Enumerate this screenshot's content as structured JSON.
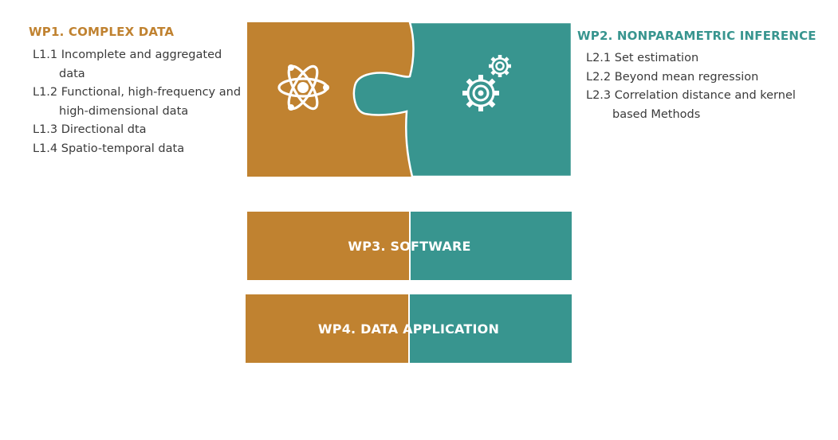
{
  "colors": {
    "gold": "#c08230",
    "teal": "#38958f",
    "text": "#3a3a3a"
  },
  "wp1": {
    "title": "WP1. COMPLEX DATA",
    "tasks": [
      {
        "code": "L1.1",
        "text": "Incomplete and aggregated data"
      },
      {
        "code": "L1.2",
        "text": "Functional, high-frequency and high-dimensional data"
      },
      {
        "code": "L1.3",
        "text": "Directional dta"
      },
      {
        "code": "L1.4",
        "text": "Spatio-temporal data"
      }
    ]
  },
  "wp2": {
    "title": "WP2. NONPARAMETRIC INFERENCE",
    "tasks": [
      {
        "code": "L2.1",
        "text": "Set estimation"
      },
      {
        "code": "L2.2",
        "text": "Beyond mean regression"
      },
      {
        "code": "L2.3",
        "text": "Correlation distance and kernel based Methods"
      }
    ]
  },
  "wp3": {
    "label": "WP3. SOFTWARE"
  },
  "wp4": {
    "label": "WP4. DATA APPLICATION"
  },
  "icons": {
    "left_piece": "atom-icon",
    "right_piece": "gears-icon"
  }
}
